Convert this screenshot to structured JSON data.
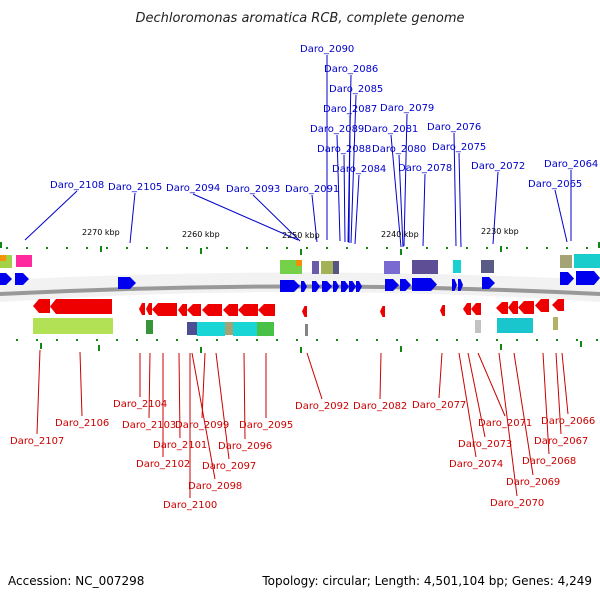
{
  "title": "Dechloromonas aromatica RCB, complete genome",
  "footer": {
    "accession": "Accession: NC_007298",
    "topology": "Topology: circular; Length: 4,501,104 bp; Genes: 4,249"
  },
  "scale_labels": [
    "2270 kbp",
    "2260 kbp",
    "2250 kbp",
    "2240 kbp",
    "2230 kbp"
  ],
  "colors": {
    "forward_gene": "#0000ee",
    "reverse_gene": "#ee0000",
    "forward_label": "#0000cc",
    "reverse_label": "#cc0000",
    "tick": "#118811",
    "backbone": "#999999"
  },
  "forward_genes": [
    "Daro_2090",
    "Daro_2086",
    "Daro_2085",
    "Daro_2087",
    "Daro_2079",
    "Daro_2089",
    "Daro_2081",
    "Daro_2076",
    "Daro_2088",
    "Daro_2080",
    "Daro_2075",
    "Daro_2084",
    "Daro_2078",
    "Daro_2072",
    "Daro_2064",
    "Daro_2108",
    "Daro_2105",
    "Daro_2094",
    "Daro_2093",
    "Daro_2091",
    "Daro_2065"
  ],
  "reverse_genes": [
    "Daro_2104",
    "Daro_2106",
    "Daro_2107",
    "Daro_2103",
    "Daro_2099",
    "Daro_2095",
    "Daro_2101",
    "Daro_2096",
    "Daro_2102",
    "Daro_2097",
    "Daro_2098",
    "Daro_2100",
    "Daro_2092",
    "Daro_2082",
    "Daro_2077",
    "Daro_2071",
    "Daro_2073",
    "Daro_2074",
    "Daro_2066",
    "Daro_2067",
    "Daro_2068",
    "Daro_2069",
    "Daro_2070"
  ]
}
